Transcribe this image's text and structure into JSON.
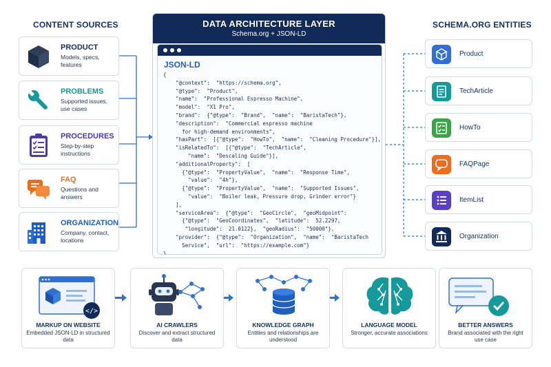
{
  "headings": {
    "left": "CONTENT SOURCES",
    "right": "SCHEMA.ORG ENTITIES"
  },
  "sources": [
    {
      "title": "PRODUCT",
      "desc": "Models, specs, features",
      "icon": "cube-icon",
      "color": "#1f2e48"
    },
    {
      "title": "PROBLEMS",
      "desc": "Supported issues, use cases",
      "icon": "wrench-icon",
      "color": "#159a9c"
    },
    {
      "title": "PROCEDURES",
      "desc": "Step-by-step instructions",
      "icon": "clipboard-checklist-icon",
      "color": "#4b3aa8"
    },
    {
      "title": "FAQ",
      "desc": "Questions and answers",
      "icon": "chat-bubbles-icon",
      "color": "#ef6c1a"
    },
    {
      "title": "ORGANIZATION",
      "desc": "Company, contact, locations",
      "icon": "building-icon",
      "color": "#1f5fc4"
    }
  ],
  "center": {
    "title": "DATA ARCHITECTURE LAYER",
    "subtitle": "Schema.org + JSON-LD",
    "code_label": "JSON-LD",
    "code": [
      "{",
      "    \"@context\":  \"https://schema.org\",",
      "    \"@type\":  \"Product\",",
      "    \"name\":  \"Professional Espresso Machine\",",
      "    \"model\":  \"X1 Pro\",",
      "    \"brand\":  {\"@type\":  \"Brand\",  \"name\":  \"BaristaTech\"},",
      "    \"description\":  \"Commercial espresso machine",
      "      for high-demand environments\",",
      "    \"hasPart\":  [{\"@type\":  \"HowTo\",  \"name\":  \"Cleaning Procedure\"}],",
      "    \"isRelatedTo\":  [{\"@type\":  \"TechArticle\",",
      "        \"name\":  \"Descaling Guide\"}],",
      "    \"additionalProperty\":  [",
      "      {\"@type\":  \"PropertyValue\",  \"name\":  \"Response Time\",",
      "        \"value\":  \"4h\"},",
      "      {\"@type\":  \"PropertyValue\",  \"name\":  \"Supported Issues\",",
      "        \"value\":  \"Boiler leak, Pressure drop, Grinder error\"}",
      "    ],",
      "    \"serviceArea\":  {\"@type\":  \"GeoCircle\",  \"geoMidpoint\":",
      "      {\"@type\":  \"GeoCoordinates\",  \"latitude\":  52.2297,",
      "       \"longitude\":  21.0122},  \"geoRadius\":  \"50000\"},",
      "    \"provider\":  {\"@type\":  \"Organization\",  \"name\":  \"BaristaTech",
      "      Service\",  \"url\":  \"https://example.com\"}",
      "}"
    ]
  },
  "entities": [
    {
      "label": "Product",
      "icon": "cube-icon",
      "bg": "#2f6fd6"
    },
    {
      "label": "TechArticle",
      "icon": "document-icon",
      "bg": "#159a9c"
    },
    {
      "label": "HowTo",
      "icon": "checklist-icon",
      "bg": "#3aa447"
    },
    {
      "label": "FAQPage",
      "icon": "chat-bubble-icon",
      "bg": "#ef6c1a"
    },
    {
      "label": "ItemList",
      "icon": "list-icon",
      "bg": "#5b3fc4"
    },
    {
      "label": "Organization",
      "icon": "bank-icon",
      "bg": "#122a57"
    }
  ],
  "flow": [
    {
      "title": "MARKUP ON WEBSITE",
      "desc": "Embedded JSON-LD in structured data",
      "icon": "webpage-code-icon"
    },
    {
      "title": "AI CRAWLERS",
      "desc": "Discover and extract structured data",
      "icon": "robot-icon"
    },
    {
      "title": "KNOWLEDGE GRAPH",
      "desc": "Entities and relationships are understood",
      "icon": "database-graph-icon"
    },
    {
      "title": "LANGUAGE MODEL",
      "desc": "Stronger, accurate associations",
      "icon": "brain-icon"
    },
    {
      "title": "BETTER ANSWERS",
      "desc": "Brand associated with the right use case",
      "icon": "answer-check-icon"
    }
  ],
  "colors": {
    "navy": "#122a57",
    "accent_blue": "#1f5fc4",
    "connector": "#2f6fd6"
  }
}
